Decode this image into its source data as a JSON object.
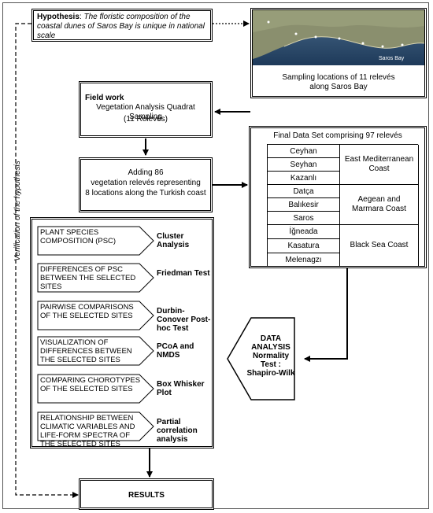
{
  "hypothesis": {
    "label": "Hypothesis",
    "text": "The floristic composition of the coastal dunes of Saros Bay is unique in national scale"
  },
  "map": {
    "place_label": "Saros Bay",
    "caption_line1": "Sampling locations of 11 relevés",
    "caption_line2": "along Saros Bay"
  },
  "fieldwork": {
    "title": "Field work",
    "line1": "Vegetation Analysis Quadrat Sampling",
    "line2": "(11 Relevés)"
  },
  "adding": {
    "line1": "Adding 86",
    "line2": "vegetation relevés representing",
    "line3": "8 locations along the Turkish coast"
  },
  "dataset": {
    "title": "Final Data Set comprising 97 relevés",
    "groups": [
      {
        "name": "East Mediterranean Coast",
        "sites": [
          "Ceyhan",
          "Seyhan",
          "Kazanlı"
        ]
      },
      {
        "name": "Aegean and Marmara Coast",
        "sites": [
          "Datça",
          "Balıkesir",
          "Saros"
        ]
      },
      {
        "name": "Black Sea Coast",
        "sites": [
          "İğneada",
          "Kasatura",
          "Melenagzı"
        ]
      }
    ]
  },
  "verification": "Verification of the hypothesis",
  "analyses": [
    {
      "label": "PLANT SPECIES COMPOSITION (PSC)",
      "test": "Cluster Analysis"
    },
    {
      "label": "DIFFERENCES OF PSC BETWEEN THE SELECTED SITES",
      "test": "Friedman Test"
    },
    {
      "label": "PAIRWISE COMPARISONS OF THE SELECTED SITES",
      "test": "Durbin-Conover Post-hoc Test"
    },
    {
      "label": "VISUALIZATION OF DIFFERENCES BETWEEN THE SELECTED SITES",
      "test": "PCoA and NMDS"
    },
    {
      "label": "COMPARING CHOROTYPES OF THE SELECTED SITES",
      "test": "Box Whisker Plot"
    },
    {
      "label": "RELATIONSHIP BETWEEN CLIMATIC VARIABLES AND LIFE-FORM SPECTRA OF THE SELECTED SITES",
      "test": "Partial correlation analysis"
    }
  ],
  "data_analysis": {
    "line1": "DATA",
    "line2": "ANALYSIS",
    "line3": "Normality Test :",
    "line4": "Shapiro-Wilk"
  },
  "results": "RESULTS"
}
